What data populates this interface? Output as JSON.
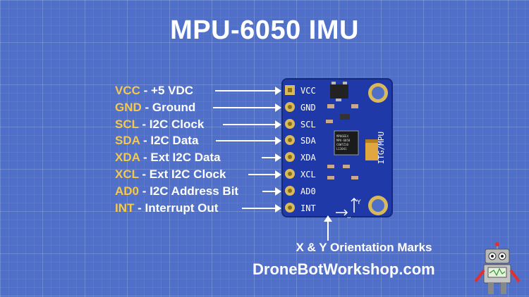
{
  "title": "MPU-6050 IMU",
  "pins": [
    {
      "code": "VCC",
      "desc": " - +5 VDC",
      "board": "VCC"
    },
    {
      "code": "GND",
      "desc": " - Ground",
      "board": "GND"
    },
    {
      "code": "SCL",
      "desc": " - I2C Clock",
      "board": "SCL"
    },
    {
      "code": "SDA",
      "desc": " - I2C Data",
      "board": "SDA"
    },
    {
      "code": "XDA",
      "desc": " - Ext I2C Data",
      "board": "XDA"
    },
    {
      "code": "XCL",
      "desc": " - Ext I2C Clock",
      "board": "XCL"
    },
    {
      "code": "AD0",
      "desc": " - I2C Address Bit",
      "board": "AD0"
    },
    {
      "code": "INT",
      "desc": " - Interrupt Out",
      "board": "INT"
    }
  ],
  "board": {
    "side_label": "ITG/MPU",
    "chip_text": [
      "MP86EE4",
      "MPU-6050",
      "C0W7Z10",
      "L13041"
    ],
    "axis_y": "Y",
    "axis_x": "X"
  },
  "orientation_caption": "X & Y Orientation Marks",
  "website": "DroneBotWorkshop.com",
  "colors": {
    "background": "#4f6fc9",
    "pin_code": "#f7c948",
    "board": "#1f3aa8",
    "pad": "#d9b95a"
  }
}
